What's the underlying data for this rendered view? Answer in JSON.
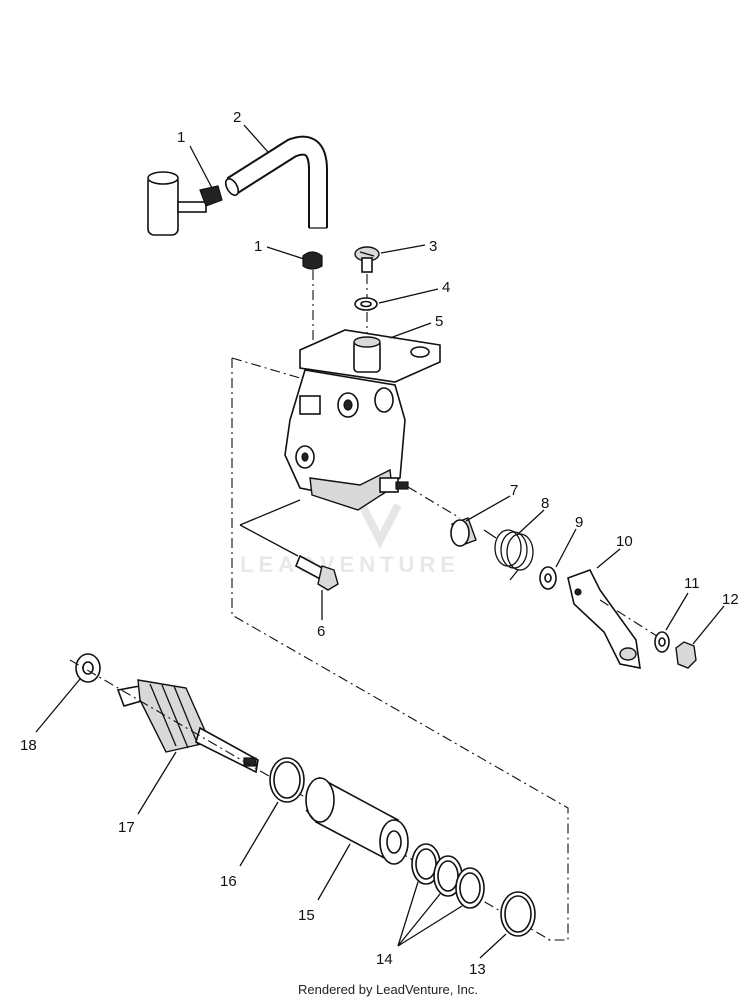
{
  "callouts": [
    "1",
    "2",
    "1",
    "3",
    "4",
    "5",
    "7",
    "8",
    "9",
    "10",
    "11",
    "12",
    "6",
    "18",
    "17",
    "16",
    "15",
    "14",
    "13"
  ],
  "watermark": "LEADVENTURE",
  "footer": "Rendered by LeadVenture, Inc."
}
